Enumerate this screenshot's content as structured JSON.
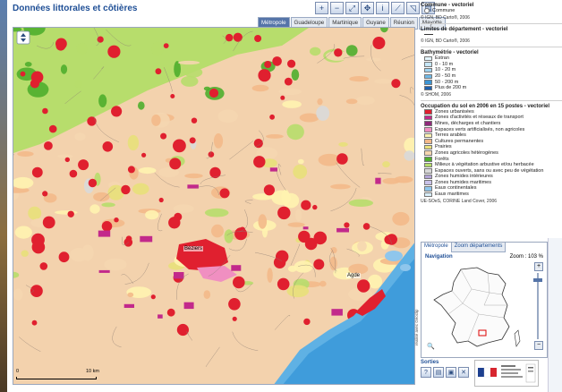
{
  "app": {
    "title": "Données littorales et côtières"
  },
  "toolbar": {
    "tools": [
      {
        "icon": "zoom-in-icon",
        "glyph": "+"
      },
      {
        "icon": "zoom-out-icon",
        "glyph": "−"
      },
      {
        "icon": "zoom-extent-icon",
        "glyph": "⤢"
      },
      {
        "icon": "pan-icon",
        "glyph": "✥"
      },
      {
        "icon": "info-icon",
        "glyph": "i"
      },
      {
        "icon": "measure-icon",
        "glyph": "⟋"
      },
      {
        "icon": "area-icon",
        "glyph": "◹"
      },
      {
        "icon": "print-icon",
        "glyph": "▤"
      }
    ]
  },
  "region_tabs": [
    {
      "label": "Métropole",
      "active": true
    },
    {
      "label": "Guadeloupe",
      "active": false
    },
    {
      "label": "Martinique",
      "active": false
    },
    {
      "label": "Guyane",
      "active": false
    },
    {
      "label": "Réunion",
      "active": false
    },
    {
      "label": "Mayotte",
      "active": false
    }
  ],
  "map": {
    "city_labels": [
      "Béziers",
      "Agde"
    ],
    "scale": {
      "start": "0",
      "end": "10 km"
    }
  },
  "legend": {
    "commune": {
      "title": "Commune - vectoriel",
      "item": "Commune",
      "source": "© IGN, BD Carto®, 2006"
    },
    "limites": {
      "title": "Limites de département - vectoriel",
      "source": "© IGN, BD Carto®, 2006"
    },
    "bathy": {
      "title": "Bathymétrie - vectoriel",
      "items": [
        {
          "label": "Estran",
          "color": "#e3f4fb"
        },
        {
          "label": "0 - 10 m",
          "color": "#c6e6f6"
        },
        {
          "label": "10 - 20 m",
          "color": "#9fd3f0"
        },
        {
          "label": "20 - 50 m",
          "color": "#6fb9e6"
        },
        {
          "label": "50 - 200 m",
          "color": "#3d95d4"
        },
        {
          "label": "Plus de 200 m",
          "color": "#1d5fae"
        }
      ],
      "source": "© SHOM, 2006"
    },
    "occupation": {
      "title": "Occupation du sol en 2006 en 15 postes - vectoriel",
      "items": [
        {
          "label": "Zones urbanisées",
          "color": "#e0202f"
        },
        {
          "label": "Zones d'activités et réseaux de transport",
          "color": "#c2298b"
        },
        {
          "label": "Mines, décharges et chantiers",
          "color": "#8f2a7a"
        },
        {
          "label": "Espaces verts artificialisés, non agricoles",
          "color": "#f08fc1"
        },
        {
          "label": "Terres arables",
          "color": "#fff3b0"
        },
        {
          "label": "Cultures permanentes",
          "color": "#f3b98a"
        },
        {
          "label": "Prairies",
          "color": "#e8e07a"
        },
        {
          "label": "Zones agricoles hétérogènes",
          "color": "#f5d6b0"
        },
        {
          "label": "Forêts",
          "color": "#4fae2e"
        },
        {
          "label": "Milieux à végétation arbustive et/ou herbacée",
          "color": "#b7dd6c"
        },
        {
          "label": "Espaces ouverts, sans ou avec peu de végétation",
          "color": "#d9d9d9"
        },
        {
          "label": "Zones humides intérieures",
          "color": "#b3a4d6"
        },
        {
          "label": "Zones humides maritimes",
          "color": "#c9c1e8"
        },
        {
          "label": "Eaux continentales",
          "color": "#8fc6ec"
        },
        {
          "label": "Eaux maritimes",
          "color": "#d8eefa"
        }
      ],
      "source": "UE-SOeS, CORINE Land Cover, 2006"
    }
  },
  "nav_panel": {
    "tabs": [
      {
        "label": "Métropole",
        "active": true
      },
      {
        "label": "Zoom départements",
        "active": false
      }
    ],
    "heading": "Navigation",
    "zoom": "Zoom : 103 %"
  },
  "sorties": {
    "label": "Sorties",
    "icons": [
      "help-icon",
      "print-icon",
      "save-icon",
      "close-icon"
    ]
  },
  "credit": "réalisé avec Géoclip"
}
